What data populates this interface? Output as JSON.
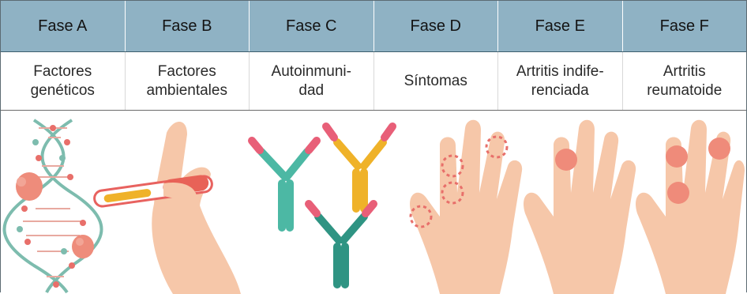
{
  "phases": [
    {
      "header": "Fase A",
      "label": "Factores\ngenéticos",
      "icon": "dna-icon"
    },
    {
      "header": "Fase B",
      "label": "Factores\nambientales",
      "icon": "hand-with-tube-icon"
    },
    {
      "header": "Fase C",
      "label": "Autoinmuni-\ndad",
      "icon": "antibodies-icon"
    },
    {
      "header": "Fase D",
      "label": "Síntomas",
      "icon": "hand-symptoms-icon"
    },
    {
      "header": "Fase E",
      "label": "Artritis indife-\nrenciada",
      "icon": "hand-inflamed-joint-icon"
    },
    {
      "header": "Fase F",
      "label": "Artritis\nreumatoide",
      "icon": "hand-arthritis-icon"
    }
  ],
  "colors": {
    "header_bg": "#8fb2c4",
    "skin": "#f6c7a9",
    "joint": "#ef8b7a",
    "dna_strand": "#7dbcae",
    "dna_node": "#e86f6a",
    "antibody_teal": "#4cb8a4",
    "antibody_yellow": "#efb229",
    "antibody_pink": "#e85f78"
  }
}
